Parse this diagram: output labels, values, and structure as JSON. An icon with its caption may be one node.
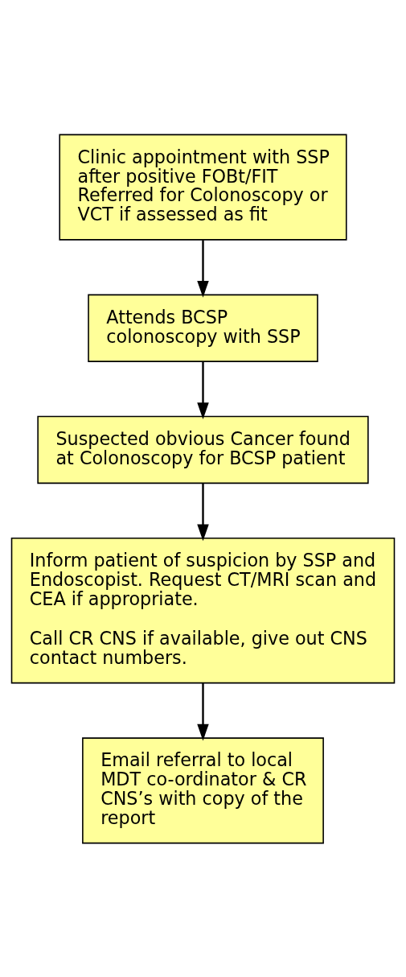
{
  "diagram": {
    "nodes": [
      {
        "text": [
          "Clinic appointment with SSP after positive FOBt/FIT Referred for Colonoscopy or VCT if assessed as fit"
        ]
      },
      {
        "text": [
          "Attends BCSP colonoscopy with SSP"
        ]
      },
      {
        "text": [
          "Suspected obvious Cancer found at Colonoscopy for BCSP patient"
        ]
      },
      {
        "text": [
          "Inform patient of suspicion by SSP and Endoscopist. Request CT/MRI scan and CEA if appropriate.",
          "Call CR CNS if available, give out CNS contact numbers."
        ]
      },
      {
        "text": [
          "Email referral to local MDT co-ordinator & CR CNS’s with copy of the report"
        ]
      }
    ],
    "edges": [
      {
        "from": 0,
        "to": 1,
        "arrow": "to"
      },
      {
        "from": 1,
        "to": 2,
        "arrow": "to"
      },
      {
        "from": 2,
        "to": 3,
        "arrow": "to"
      },
      {
        "from": 3,
        "to": 4,
        "arrow": "to"
      }
    ]
  }
}
